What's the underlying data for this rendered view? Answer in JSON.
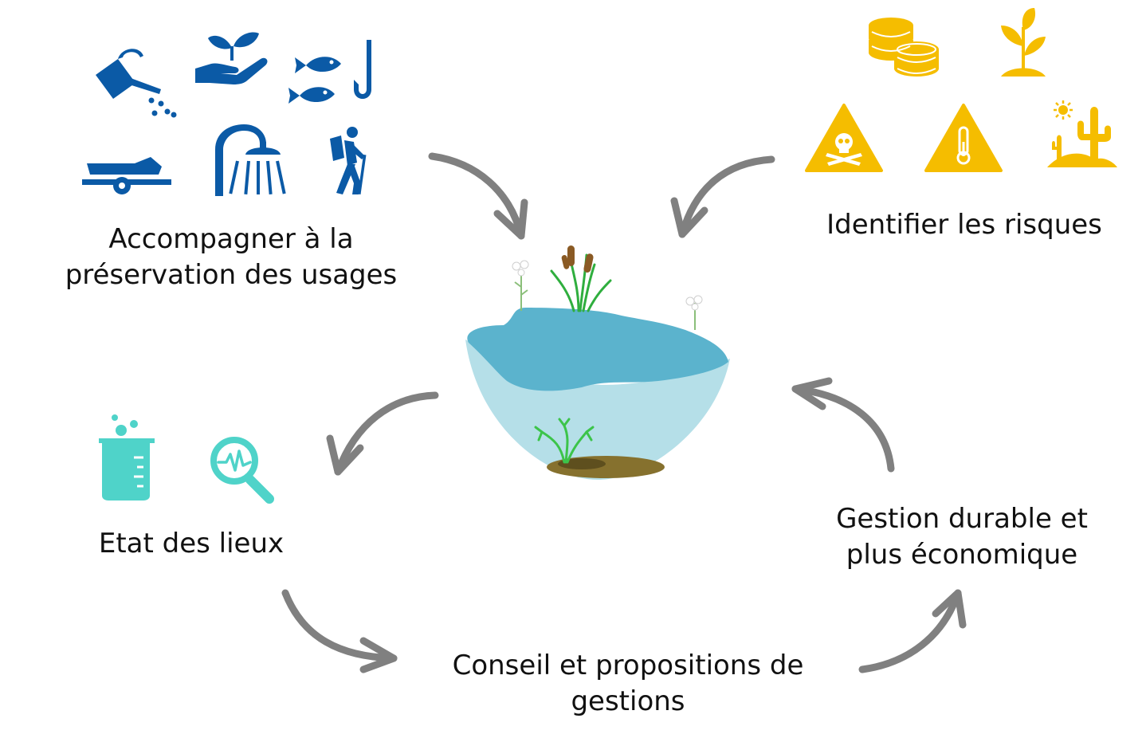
{
  "colors": {
    "usage_blue": "#0b5aa6",
    "risk_yellow": "#f5bd00",
    "lab_teal": "#4fd3c9",
    "arrow_grey": "#808080",
    "water_surface": "#5bb3cd",
    "water_body": "#b5dfe8",
    "sediment": "#86712e"
  },
  "labels": {
    "usages": [
      "Accompagner à la",
      "préservation des usages"
    ],
    "risques": [
      "Identifier les risques"
    ],
    "etat": [
      "Etat des lieux"
    ],
    "conseil": [
      "Conseil et propositions de",
      "gestions"
    ],
    "gestion": [
      "Gestion durable et",
      "plus économique"
    ]
  },
  "icons": {
    "usages": [
      "watering-can-icon",
      "hand-plant-icon",
      "fish-hook-icon",
      "boat-trailer-icon",
      "shower-icon",
      "hiker-icon"
    ],
    "risques": [
      "coins-icon",
      "sprout-icon",
      "skull-warning-icon",
      "thermometer-warning-icon",
      "desert-cactus-icon"
    ],
    "etat": [
      "beaker-icon",
      "magnifier-analysis-icon"
    ]
  },
  "center": "pond-ecosystem-illustration"
}
